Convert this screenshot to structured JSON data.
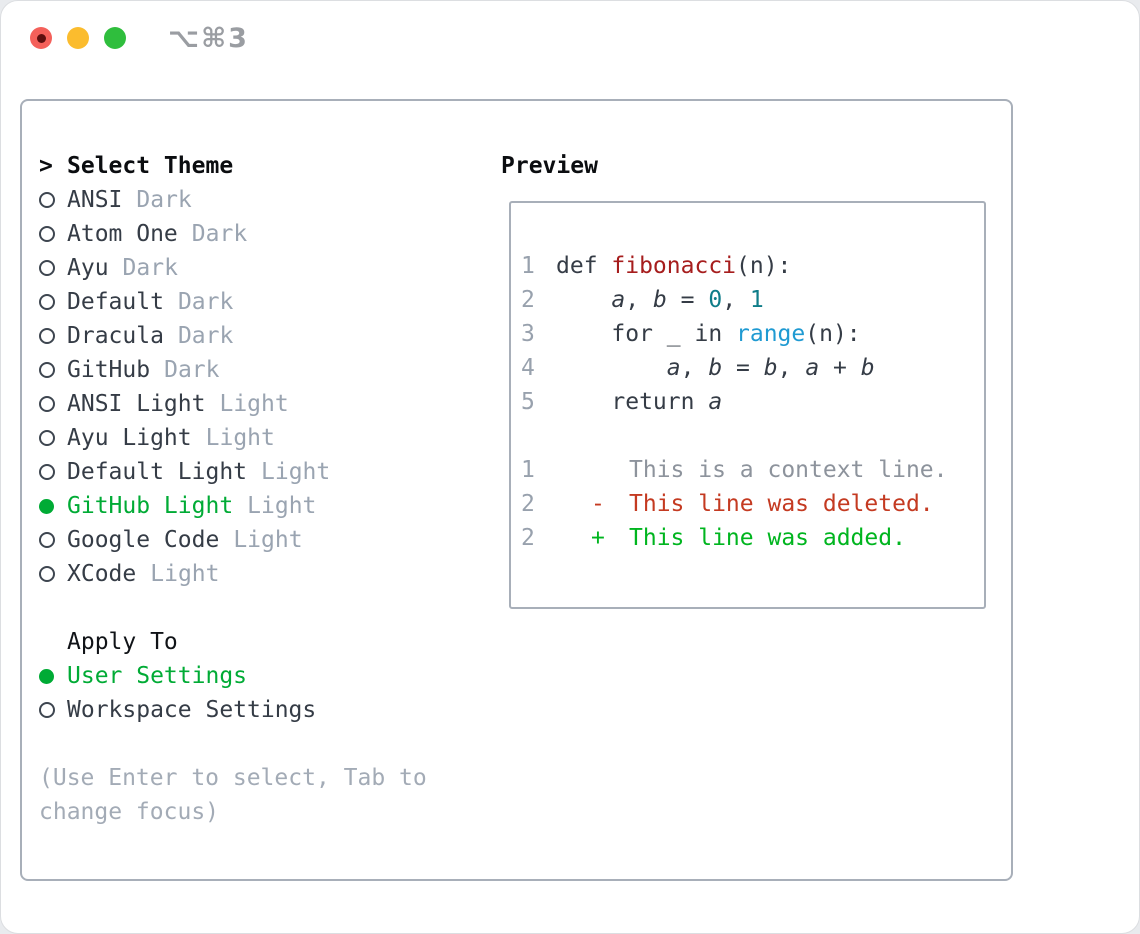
{
  "window": {
    "shortcut_label": "⌥⌘3"
  },
  "colors": {
    "accent_green": "#00ab35",
    "diff_added": "#00b51f",
    "diff_deleted": "#c43a21",
    "diff_context": "#8d939c",
    "function_red": "#a61d1d",
    "number_teal": "#0f7d89",
    "builtin_blue": "#1f9ad2",
    "muted_gray": "#9aa4b1",
    "border_gray": "#a8afb9",
    "traffic_close": "#f4605a",
    "traffic_minimize": "#fbbc2e",
    "traffic_zoom": "#2fbe3d"
  },
  "panel": {
    "prompt": ">",
    "title": "Select Theme",
    "themes": [
      {
        "label": "ANSI",
        "variant": "Dark",
        "selected": false
      },
      {
        "label": "Atom One",
        "variant": "Dark",
        "selected": false
      },
      {
        "label": "Ayu",
        "variant": "Dark",
        "selected": false
      },
      {
        "label": "Default",
        "variant": "Dark",
        "selected": false
      },
      {
        "label": "Dracula",
        "variant": "Dark",
        "selected": false
      },
      {
        "label": "GitHub",
        "variant": "Dark",
        "selected": false
      },
      {
        "label": "ANSI Light",
        "variant": "Light",
        "selected": false
      },
      {
        "label": "Ayu Light",
        "variant": "Light",
        "selected": false
      },
      {
        "label": "Default Light",
        "variant": "Light",
        "selected": false
      },
      {
        "label": "GitHub Light",
        "variant": "Light",
        "selected": true
      },
      {
        "label": "Google Code",
        "variant": "Light",
        "selected": false
      },
      {
        "label": "XCode",
        "variant": "Light",
        "selected": false
      }
    ],
    "apply_to": {
      "title": "Apply To",
      "options": [
        {
          "label": "User Settings",
          "selected": true
        },
        {
          "label": "Workspace Settings",
          "selected": false
        }
      ]
    },
    "hint_lines": [
      "(Use Enter to select, Tab to",
      "change focus)"
    ]
  },
  "preview": {
    "title": "Preview",
    "code": [
      {
        "num": "1",
        "tokens": [
          {
            "text": "def ",
            "type": "keyword"
          },
          {
            "text": "fibonacci",
            "type": "function"
          },
          {
            "text": "(n):",
            "type": "plain"
          }
        ]
      },
      {
        "num": "2",
        "tokens": [
          {
            "text": "    ",
            "type": "plain"
          },
          {
            "text": "a",
            "type": "variable"
          },
          {
            "text": ", ",
            "type": "plain"
          },
          {
            "text": "b",
            "type": "variable"
          },
          {
            "text": " = ",
            "type": "plain"
          },
          {
            "text": "0",
            "type": "number"
          },
          {
            "text": ", ",
            "type": "plain"
          },
          {
            "text": "1",
            "type": "number"
          }
        ]
      },
      {
        "num": "3",
        "tokens": [
          {
            "text": "    for _ in ",
            "type": "plain"
          },
          {
            "text": "range",
            "type": "builtin"
          },
          {
            "text": "(n):",
            "type": "plain"
          }
        ]
      },
      {
        "num": "4",
        "tokens": [
          {
            "text": "        ",
            "type": "plain"
          },
          {
            "text": "a",
            "type": "variable"
          },
          {
            "text": ", ",
            "type": "plain"
          },
          {
            "text": "b",
            "type": "variable"
          },
          {
            "text": " = ",
            "type": "plain"
          },
          {
            "text": "b",
            "type": "variable"
          },
          {
            "text": ", ",
            "type": "plain"
          },
          {
            "text": "a",
            "type": "variable"
          },
          {
            "text": " + ",
            "type": "plain"
          },
          {
            "text": "b",
            "type": "variable"
          }
        ]
      },
      {
        "num": "5",
        "tokens": [
          {
            "text": "    return ",
            "type": "plain"
          },
          {
            "text": "a",
            "type": "variable"
          }
        ]
      }
    ],
    "diff": [
      {
        "num": "1",
        "marker": " ",
        "text": "This is a context line.",
        "kind": "context"
      },
      {
        "num": "2",
        "marker": "-",
        "text": "This line was deleted.",
        "kind": "deleted"
      },
      {
        "num": "2",
        "marker": "+",
        "text": "This line was added.",
        "kind": "added"
      }
    ]
  }
}
